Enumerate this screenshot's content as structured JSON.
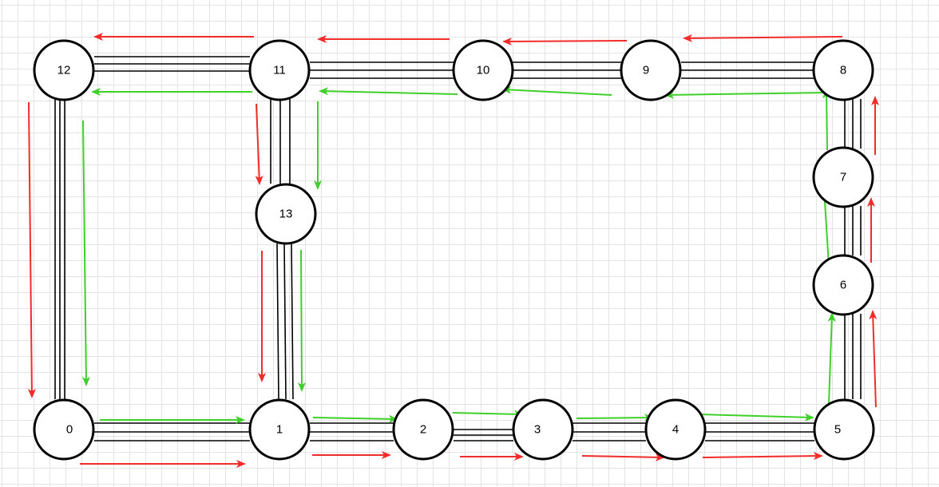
{
  "colors": {
    "red_path": "#f22b2b",
    "green_path": "#3fd02a",
    "node_stroke": "#000000",
    "grid": "#e3e3e3"
  },
  "nodes": [
    {
      "id": "n0",
      "label": "0"
    },
    {
      "id": "n1",
      "label": "1"
    },
    {
      "id": "n2",
      "label": "2"
    },
    {
      "id": "n3",
      "label": "3"
    },
    {
      "id": "n4",
      "label": "4"
    },
    {
      "id": "n5",
      "label": "5"
    },
    {
      "id": "n6",
      "label": "6"
    },
    {
      "id": "n7",
      "label": "7"
    },
    {
      "id": "n8",
      "label": "8"
    },
    {
      "id": "n9",
      "label": "9"
    },
    {
      "id": "n10",
      "label": "10"
    },
    {
      "id": "n11",
      "label": "11"
    },
    {
      "id": "n12",
      "label": "12"
    },
    {
      "id": "n13",
      "label": "13"
    }
  ],
  "edges": [
    [
      "0",
      "1"
    ],
    [
      "1",
      "2"
    ],
    [
      "2",
      "3"
    ],
    [
      "3",
      "4"
    ],
    [
      "4",
      "5"
    ],
    [
      "5",
      "6"
    ],
    [
      "6",
      "7"
    ],
    [
      "7",
      "8"
    ],
    [
      "8",
      "9"
    ],
    [
      "9",
      "10"
    ],
    [
      "10",
      "11"
    ],
    [
      "11",
      "12"
    ],
    [
      "12",
      "0"
    ],
    [
      "11",
      "13"
    ],
    [
      "13",
      "1"
    ]
  ],
  "red_path": [
    "12",
    "0",
    "1",
    "2",
    "3",
    "4",
    "5",
    "6",
    "7",
    "8",
    "9",
    "10",
    "11",
    "12"
  ],
  "green_path": [
    "11",
    "12",
    "0",
    "1",
    "2",
    "3",
    "4",
    "5",
    "6",
    "7",
    "8",
    "9",
    "10",
    "11",
    "13",
    "1"
  ]
}
